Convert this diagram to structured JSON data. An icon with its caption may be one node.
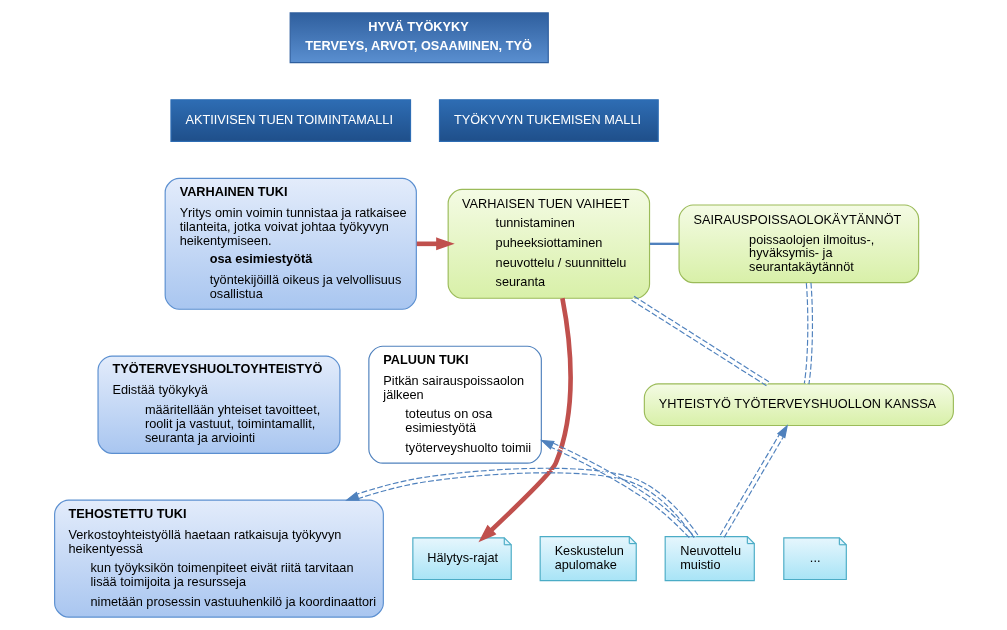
{
  "diagram": {
    "nodes": [
      {
        "text": [
          "HYVÄ TYÖKYKY",
          "TERVEYS, ARVOT, OSAAMINEN, TYÖ"
        ]
      },
      {
        "text": [
          "AKTIIVISEN TUEN TOIMINTAMALLI"
        ]
      },
      {
        "text": [
          "VARHAINEN TUKI",
          "Yritys omin voimin tunnistaa ja ratkaisee tilanteita, jotka voivat johtaa työkyvyn heikentymiseen.",
          "osa esimiestyötä",
          "työntekijöillä oikeus ja velvollisuus osallistua"
        ]
      },
      {
        "text": [
          "TYÖTERVEYSHUOLTOYHTEISTYÖ",
          "Edistää työkykyä",
          "määritellään yhteiset tavoitteet, roolit ja vastuut, toimintamallit, seuranta ja arviointi"
        ]
      },
      {
        "text": [
          "TEHOSTETTU TUKI",
          "Verkostoyhteistyöllä haetaan ratkaisuja työkyvyn heikentyessä",
          "kun työyksikön toimenpiteet eivät riitä tarvitaan lisää toimijoita ja resursseja",
          "nimetään prosessin vastuuhenkilö ja koordinaattori"
        ]
      },
      {
        "text": [
          "PALUUN TUKI",
          "Pitkän sairauspoissaolon jälkeen",
          "toteutus on osa esimiestyötä",
          "työterveyshuolto toimii"
        ]
      },
      {
        "text": [
          "TYÖKYVYN TUKEMISEN MALLI"
        ]
      },
      {
        "text": [
          "VARHAISEN TUEN VAIHEET",
          "tunnistaminen",
          "puheeksiottaminen",
          "neuvottelu / suunnittelu",
          "seuranta"
        ]
      },
      {
        "text": [
          "SAIRAUSPOISSAOLOKÄYTÄNNÖT",
          "poissaolojen ilmoitus-, hyväksymis- ja seurantakäytännöt"
        ]
      },
      {
        "text": [
          "YHTEISTYÖ TYÖTERVEYSHUOLLON KANSSA"
        ]
      },
      {
        "text": [
          "Hälytys-rajat"
        ]
      },
      {
        "text": [
          "Keskustelun apulomake"
        ]
      },
      {
        "text": [
          "Neuvottelu muistio"
        ]
      },
      {
        "text": [
          "..."
        ]
      }
    ],
    "edges": [
      {
        "from": 2,
        "to": 7,
        "arrow": "to",
        "style": "thick",
        "color": "#c0504d"
      },
      {
        "from": 7,
        "to": 8,
        "arrow": "none"
      },
      {
        "from": 7,
        "to": 10,
        "arrow": "to",
        "style": "thick",
        "color": "#c0504d"
      },
      {
        "from": 7,
        "to": 9,
        "arrow": "none",
        "style": "dashed"
      },
      {
        "from": 8,
        "to": 9,
        "arrow": "none",
        "style": "dashed"
      },
      {
        "from": 12,
        "to": 9,
        "arrow": "to",
        "style": "dashed"
      },
      {
        "from": 12,
        "to": 4,
        "arrow": "to",
        "style": "dashed"
      },
      {
        "from": 12,
        "to": 5,
        "arrow": "to",
        "style": "dashed"
      }
    ]
  }
}
